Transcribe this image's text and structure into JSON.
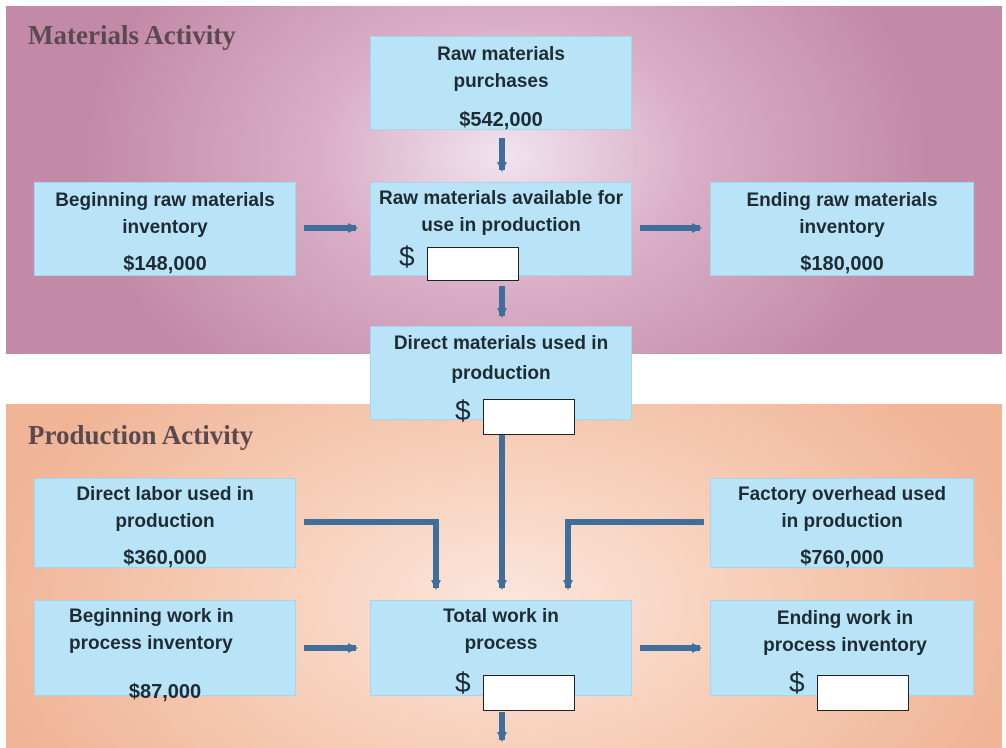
{
  "materials": {
    "title": "Materials Activity",
    "purchases": {
      "label": "Raw materials purchases",
      "amount": "$542,000"
    },
    "beginning": {
      "label": "Beginning raw materials inventory",
      "amount": "$148,000"
    },
    "available": {
      "label": "Raw materials available for use in production",
      "currency": "$"
    },
    "ending": {
      "label": "Ending raw materials inventory",
      "amount": "$180,000"
    },
    "direct_used": {
      "label": "Direct materials used in production",
      "currency": "$"
    }
  },
  "production": {
    "title": "Production Activity",
    "direct_labor": {
      "label": "Direct labor used in production",
      "amount": "$360,000"
    },
    "overhead": {
      "label": "Factory overhead used in production",
      "amount": "$760,000"
    },
    "beginning_wip": {
      "label": "Beginning work in process inventory",
      "amount": "$87,000"
    },
    "total_wip": {
      "label": "Total work in process",
      "currency": "$"
    },
    "ending_wip": {
      "label": "Ending work in process inventory",
      "currency": "$"
    }
  },
  "colors": {
    "box": "#b9e3f6",
    "arrow": "#3f6e9b",
    "materials_band": "#c38aa8",
    "production_band": "#f0b597"
  }
}
